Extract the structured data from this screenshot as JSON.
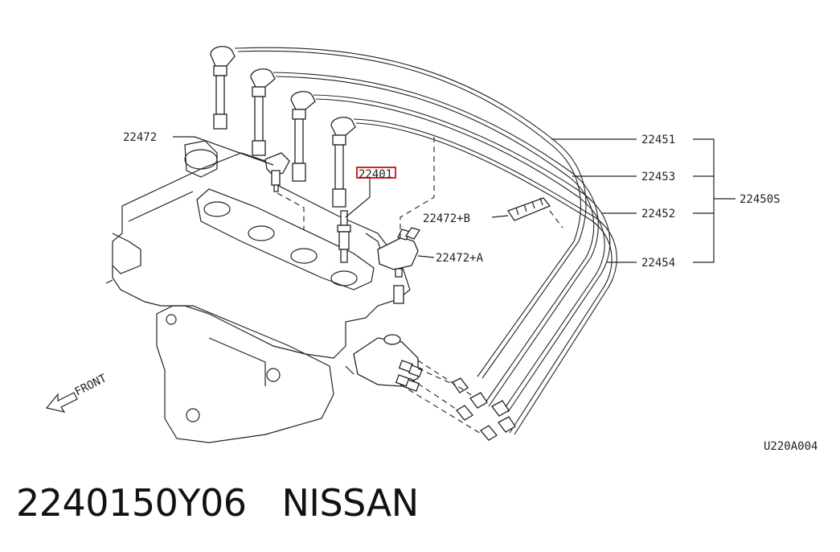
{
  "labels": {
    "part_22472": "22472",
    "part_22401": "22401",
    "part_22472B": "22472+B",
    "part_22472A": "22472+A",
    "part_22451": "22451",
    "part_22453": "22453",
    "part_22452": "22452",
    "part_22454": "22454",
    "part_22450S": "22450S",
    "front": "FRONT",
    "ref_code": "U220A004"
  },
  "caption": {
    "part_number": "2240150Y06",
    "brand": "NISSAN"
  },
  "colors": {
    "highlight": "#e02020",
    "line": "#222222"
  }
}
